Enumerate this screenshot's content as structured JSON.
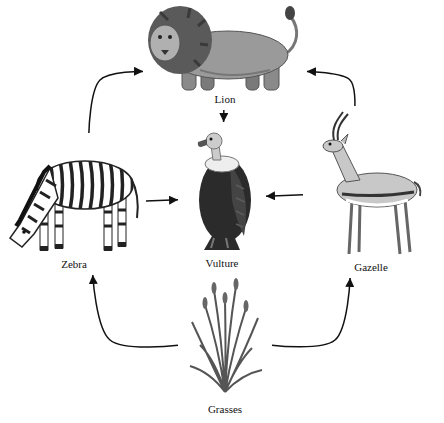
{
  "diagram": {
    "nodes": [
      {
        "text": [
          "Lion"
        ]
      },
      {
        "text": [
          "Zebra"
        ]
      },
      {
        "text": [
          "Vulture"
        ]
      },
      {
        "text": [
          "Gazelle"
        ]
      },
      {
        "text": [
          "Grasses"
        ]
      }
    ],
    "edges": [
      {
        "from": 1,
        "to": 0,
        "arrow": "to"
      },
      {
        "from": 3,
        "to": 0,
        "arrow": "to"
      },
      {
        "from": 0,
        "to": 2,
        "arrow": "to"
      },
      {
        "from": 1,
        "to": 2,
        "arrow": "to"
      },
      {
        "from": 3,
        "to": 2,
        "arrow": "to"
      },
      {
        "from": 4,
        "to": 1,
        "arrow": "to"
      },
      {
        "from": 4,
        "to": 3,
        "arrow": "to"
      }
    ]
  }
}
